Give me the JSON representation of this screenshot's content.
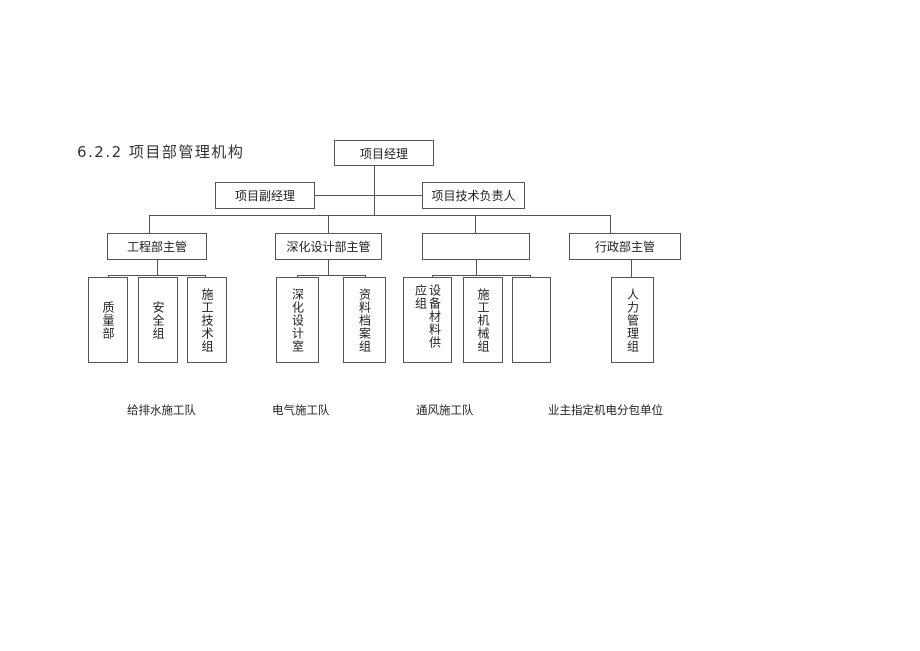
{
  "heading": "6.2.2  项目部管理机构",
  "org": {
    "manager": "项目经理",
    "deputy_manager": "项目副经理",
    "tech_lead": "项目技术负责人",
    "departments": [
      {
        "title": "工程部主管",
        "units": [
          "质量部",
          "安全组",
          "施工技术组"
        ]
      },
      {
        "title": "深化设计部主管",
        "units": [
          "深化设计室",
          "资料档案组"
        ]
      },
      {
        "title": "",
        "units": [
          "设备材料供应组",
          "施工机械组",
          ""
        ]
      },
      {
        "title": "行政部主管",
        "units": [
          "人力管理组"
        ]
      }
    ]
  },
  "teams": [
    "给排水施工队",
    "电气施工队",
    "通风施工队",
    "业主指定机电分包单位"
  ],
  "colors": {
    "line": "#555555",
    "text": "#222222"
  }
}
